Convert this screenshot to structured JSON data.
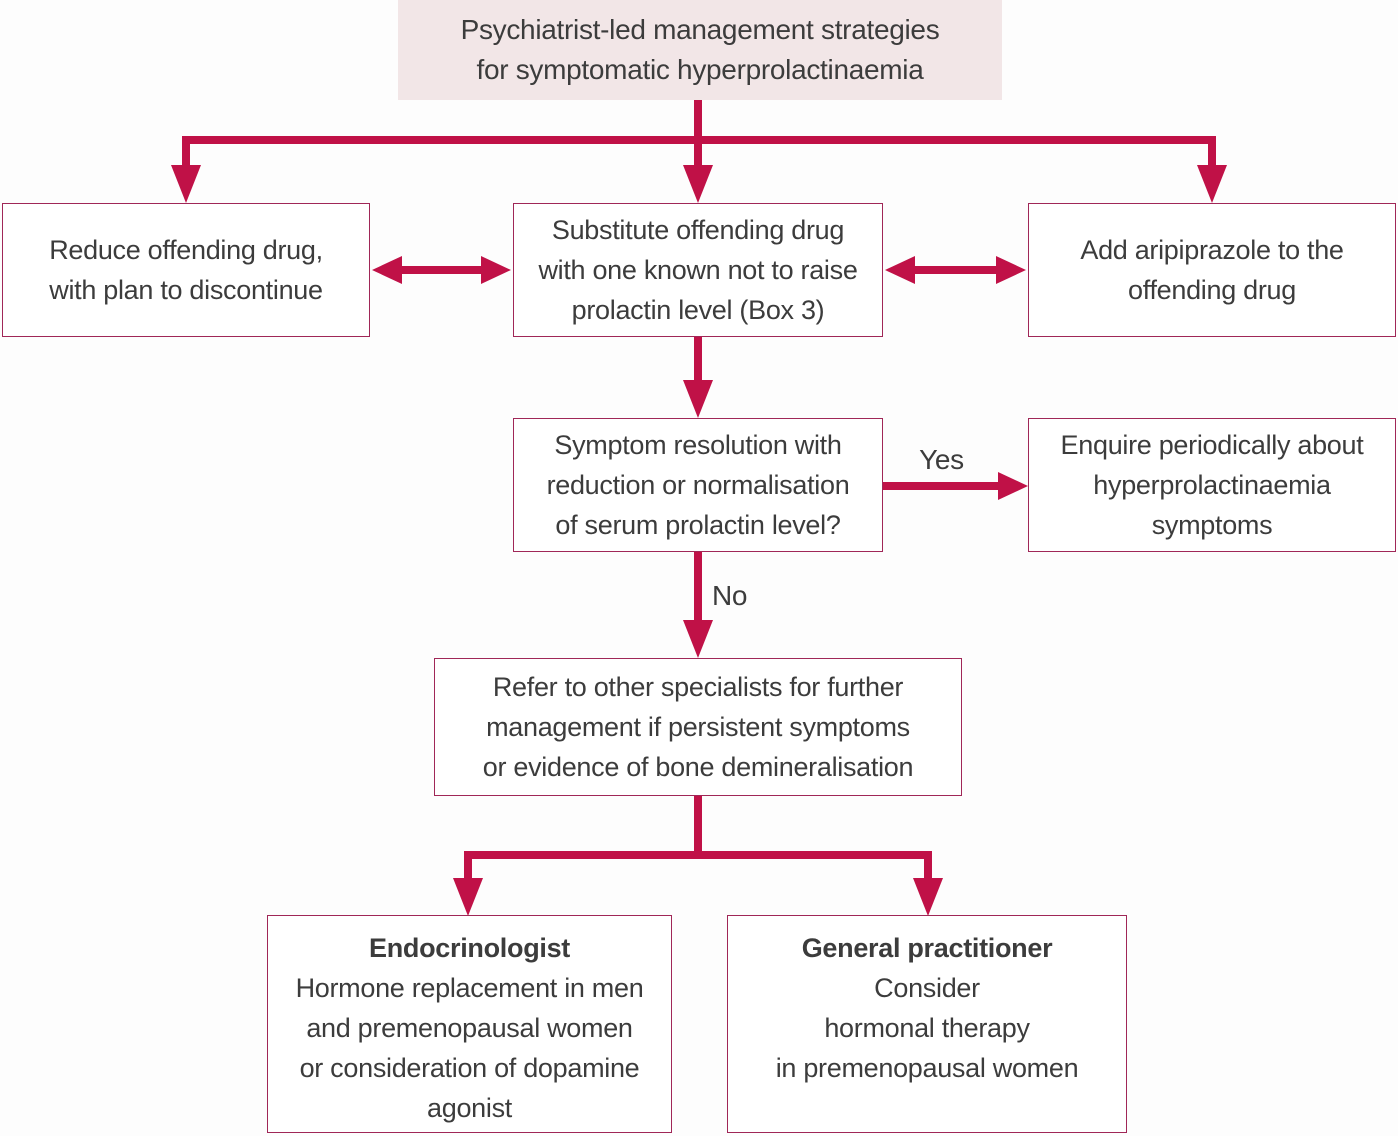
{
  "palette": {
    "accent": "#c01147",
    "box_border": "#a02757",
    "title_bg": "#f2e6e7",
    "text": "#3c3c3c",
    "page_bg": "#fdfdfd"
  },
  "title": {
    "text": "Psychiatrist-led management strategies\nfor symptomatic hyperprolactinaemia"
  },
  "nodes": {
    "reduce": {
      "text": "Reduce offending drug,\nwith plan to discontinue"
    },
    "substitute": {
      "text": "Substitute offending drug\nwith one known not to raise\nprolactin level (Box 3)"
    },
    "aripiprazole": {
      "text": "Add aripiprazole to the\noffending drug"
    },
    "symptom_resolution": {
      "text": "Symptom resolution with\nreduction or normalisation\nof serum prolactin level?"
    },
    "enquire": {
      "text": "Enquire periodically about\nhyperprolactinaemia\nsymptoms"
    },
    "refer": {
      "text": "Refer to other specialists for further\nmanagement if persistent symptoms\nor evidence of bone demineralisation"
    },
    "endocrinologist": {
      "heading": "Endocrinologist",
      "body": "Hormone replacement in men\nand premenopausal women\nor consideration of dopamine\nagonist"
    },
    "general_practitioner": {
      "heading": "General practitioner",
      "body": "Consider\nhormonal therapy\nin premenopausal women"
    }
  },
  "edge_labels": {
    "yes": "Yes",
    "no": "No"
  }
}
